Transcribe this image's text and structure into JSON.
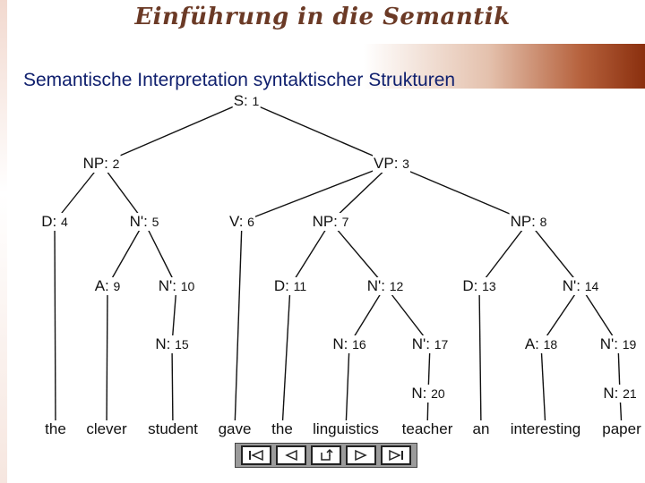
{
  "header": {
    "title": "Einführung in die Semantik"
  },
  "slide": {
    "title": "Semantische Interpretation syntaktischer Strukturen"
  },
  "tree": {
    "nodes": [
      {
        "id": "S",
        "cat": "S",
        "num": "1"
      },
      {
        "id": "NP2",
        "cat": "NP",
        "num": "2"
      },
      {
        "id": "VP3",
        "cat": "VP",
        "num": "3"
      },
      {
        "id": "D4",
        "cat": "D",
        "num": "4"
      },
      {
        "id": "Nb5",
        "cat": "N'",
        "num": "5"
      },
      {
        "id": "V6",
        "cat": "V",
        "num": "6"
      },
      {
        "id": "NP7",
        "cat": "NP",
        "num": "7"
      },
      {
        "id": "NP8",
        "cat": "NP",
        "num": "8"
      },
      {
        "id": "A9",
        "cat": "A",
        "num": "9"
      },
      {
        "id": "Nb10",
        "cat": "N'",
        "num": "10"
      },
      {
        "id": "D11",
        "cat": "D",
        "num": "11"
      },
      {
        "id": "Nb12",
        "cat": "N'",
        "num": "12"
      },
      {
        "id": "D13",
        "cat": "D",
        "num": "13"
      },
      {
        "id": "Nb14",
        "cat": "N'",
        "num": "14"
      },
      {
        "id": "N15",
        "cat": "N",
        "num": "15"
      },
      {
        "id": "N16",
        "cat": "N",
        "num": "16"
      },
      {
        "id": "Nb17",
        "cat": "N'",
        "num": "17"
      },
      {
        "id": "A18",
        "cat": "A",
        "num": "18"
      },
      {
        "id": "Nb19",
        "cat": "N'",
        "num": "19"
      },
      {
        "id": "N20",
        "cat": "N",
        "num": "20"
      },
      {
        "id": "N21",
        "cat": "N",
        "num": "21"
      }
    ],
    "words": [
      "the",
      "clever",
      "student",
      "gave",
      "the",
      "linguistics",
      "teacher",
      "an",
      "interesting",
      "paper"
    ]
  },
  "nav": {
    "buttons": [
      {
        "icon": "first-slide-icon"
      },
      {
        "icon": "previous-slide-icon"
      },
      {
        "icon": "return-icon"
      },
      {
        "icon": "next-slide-icon"
      },
      {
        "icon": "last-slide-icon"
      }
    ]
  }
}
